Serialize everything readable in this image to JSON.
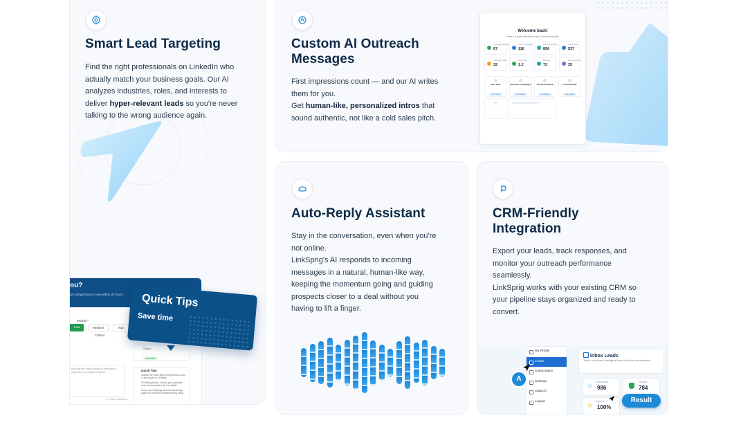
{
  "features": {
    "smart_lead": {
      "title": "Smart Lead Targeting",
      "icon": "target-icon",
      "desc_part1": "Find the right professionals on LinkedIn who actually match your business goals. Our AI analyzes industries, roles, and interests to deliver ",
      "desc_bold": "hyper-relevant leads",
      "desc_part2": " so you're never talking to the wrong audience again.",
      "panel_header": "ou?",
      "panel_sub": "am will get back to you within 24 hours.",
      "priority_label": "Priority *",
      "priority_options": [
        "Low",
        "Medium",
        "High"
      ],
      "critical_label": "Critical",
      "include_hint": "Include the exact steps to reproduce, expected vs actual behavior.",
      "char_count": "0 / 1000 characters",
      "quick_tips_heading": "Quick Tips",
      "quick_tips_items": [
        "Include the exact steps to reproduce a bug or the issue on it if failed.",
        "For billing issues, include your payment date and transaction ID if available.",
        "Check your Settings and Download App pages for common troubleshooting steps."
      ],
      "status_label": "Status",
      "status_value": "Available",
      "overlay_title": "Quick Tips",
      "overlay_sub": "Save time"
    },
    "custom_ai": {
      "title": "Custom AI Outreach Messages",
      "icon": "ai-spark-icon",
      "desc_line1": "First impressions count — and our AI writes them for you.",
      "desc_get": "Get ",
      "desc_bold": "human-like, personalized intros",
      "desc_line2": " that sound authentic, not like a cold sales pitch.",
      "dashboard_title": "Welcome back!",
      "dashboard_sub": "Here's a quick overview of your LinkedIn activity",
      "stats": [
        {
          "label": "Total Leads Extracted",
          "value": "67"
        },
        {
          "label": "Active Campaigns",
          "value": "116"
        },
        {
          "label": "Total Connections",
          "value": "896"
        },
        {
          "label": "Profile Views",
          "value": "537"
        },
        {
          "label": "Connection Rate",
          "value": "32"
        },
        {
          "label": "Reply Rate",
          "value": "1.2"
        },
        {
          "label": "Meetings",
          "value": "73"
        },
        {
          "label": "Response Rate",
          "value": "25"
        }
      ],
      "actions": [
        "Auto Hide",
        "Outreach Campaigns",
        "Keyword Search",
        "Lead Exporter"
      ],
      "action_cta": "Get Started"
    },
    "auto_reply": {
      "title": "Auto-Reply Assistant",
      "icon": "chat-bubble-icon",
      "desc_line1": "Stay in the conversation, even when you're not online.",
      "desc_line2": "LinkSprig's AI responds to incoming messages in a natural, human-like way, keeping the momentum going and guiding prospects closer to a deal without you having to lift a finger.",
      "wave_levels": [
        0.42,
        0.55,
        0.62,
        0.72,
        0.52,
        0.66,
        0.78,
        0.88,
        0.65,
        0.52,
        0.4,
        0.62,
        0.76,
        0.58,
        0.66,
        0.48,
        0.4
      ]
    },
    "crm": {
      "title": "CRM-Friendly Integration",
      "icon": "p-logo-icon",
      "desc_line1": "Export your leads, track responses, and monitor your outreach performance seamlessly.",
      "desc_line2": "LinkSprig works with your existing CRM so your pipeline stays organized and ready to convert.",
      "menu_items": [
        "My Profile",
        "Leads",
        "Subscription",
        "Settings",
        "Support",
        "Logout"
      ],
      "inbox_title": "Inbox Leads",
      "inbox_sub": "Track, export and manage all your LinkedIn conversations",
      "crm_stats": [
        {
          "label": "Total Leads",
          "value": "986"
        },
        {
          "label": "Replied",
          "value": "784"
        },
        {
          "label": "Synced",
          "value": "100%"
        }
      ],
      "avatar_letter": "A",
      "result_button": "Result"
    }
  },
  "colors": {
    "title": "#0e2a47",
    "accent_blue": "#1e8ad8",
    "accent_light": "#bfe3fb",
    "tips_panel": "#0c5088",
    "green": "#2aa654"
  }
}
